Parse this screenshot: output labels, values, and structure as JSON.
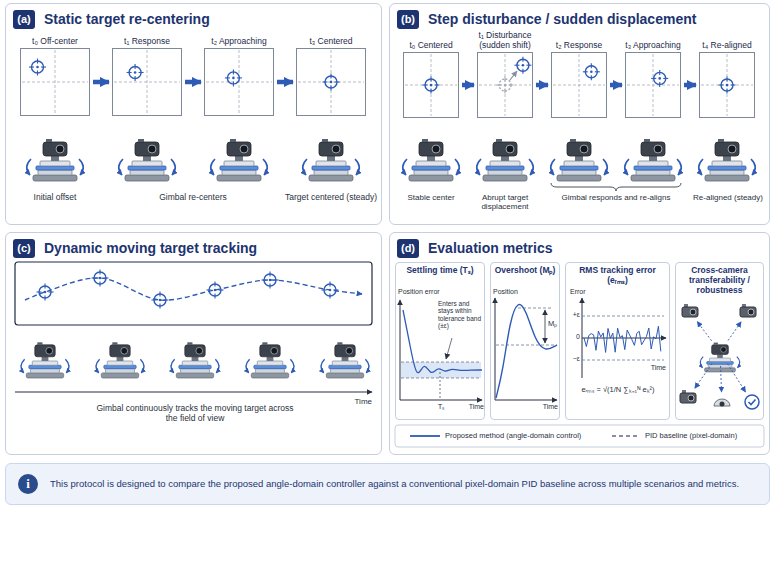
{
  "diagram": {
    "nodes": [
      {
        "text": [
          "(a)",
          "Static target re-centering"
        ]
      },
      {
        "text": [
          "t₀ Off-center"
        ],
        "in": 0
      },
      {
        "text": [
          "t₁ Response"
        ],
        "in": 0
      },
      {
        "text": [
          "t₂ Approaching"
        ],
        "in": 0
      },
      {
        "text": [
          "t₃ Centered"
        ],
        "in": 0
      },
      {
        "text": [
          "(b)",
          "Step disturbance / sudden displacement"
        ]
      },
      {
        "text": [
          "t₀ Centered"
        ],
        "in": 5
      },
      {
        "text": [
          "t₁ Disturbance (sudden shift)"
        ],
        "in": 5
      },
      {
        "text": [
          "t₂ Response"
        ],
        "in": 5
      },
      {
        "text": [
          "t₃ Approaching"
        ],
        "in": 5
      },
      {
        "text": [
          "t₄ Re-aligned"
        ],
        "in": 5
      },
      {
        "text": [
          "(c)",
          "Dynamic moving target tracking"
        ]
      },
      {
        "text": [
          "(d)",
          "Evaluation metrics"
        ]
      },
      {
        "text": [
          "Settling time (Tₛ)"
        ],
        "in": 12
      },
      {
        "text": [
          "Overshoot (Mₚ)"
        ],
        "in": 12
      },
      {
        "text": [
          "RMS tracking error (eᵣₘₛ)"
        ],
        "in": 12
      },
      {
        "text": [
          "Cross-camera transferability / robustness"
        ],
        "in": 12
      },
      {
        "text": [
          "i",
          "This protocol is designed to compare the proposed angle-domain controller against a conventional pixel-domain PID baseline across multiple scenarios and metrics."
        ]
      }
    ],
    "edges": [
      {
        "from": 1,
        "to": 2,
        "arrow": "to"
      },
      {
        "from": 2,
        "to": 3,
        "arrow": "to"
      },
      {
        "from": 3,
        "to": 4,
        "arrow": "to"
      },
      {
        "from": 6,
        "to": 7,
        "arrow": "to"
      },
      {
        "from": 7,
        "to": 8,
        "arrow": "to"
      },
      {
        "from": 8,
        "to": 9,
        "arrow": "to"
      },
      {
        "from": 9,
        "to": 10,
        "arrow": "to"
      }
    ],
    "labels": [
      "Initial offset",
      "Gimbal re-centers",
      "Target centered (steady)",
      "Stable center",
      "Abrupt target displacement",
      "Gimbal responds and re-aligns",
      "Re-aligned (steady)",
      "Gimbal continuously tracks the moving target across the field of view",
      "Time",
      "Position error",
      "Enters and stays within tolerance band (±ε)",
      "Tₛ",
      "Time",
      "Position",
      "Mₚ",
      "Time",
      "Error",
      "+ε",
      "0",
      "−ε",
      "Time",
      "eᵣₘₛ = √(1/N ∑ₖ₌₁ᴺ eₖ²)"
    ],
    "legend": [
      {
        "text": "Proposed method (angle-domain control)"
      },
      {
        "text": "PID baseline (pixel-domain)"
      }
    ]
  }
}
